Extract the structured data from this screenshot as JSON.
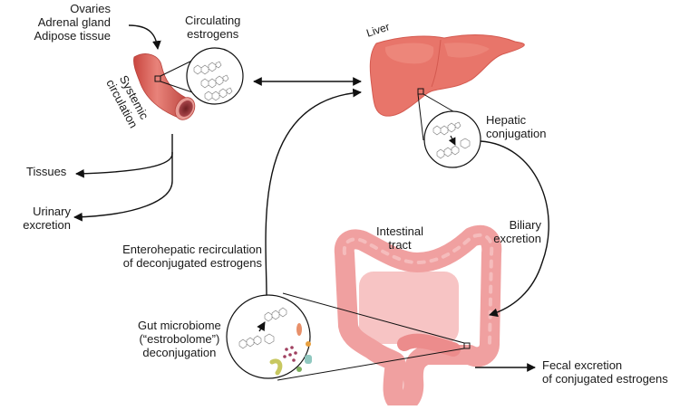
{
  "title": "Estrogen metabolism and the estrobolome",
  "colors": {
    "vessel": "#d9625a",
    "vessel_dark": "#9e3a3a",
    "liver": "#e8756a",
    "liver_light": "#f0978c",
    "intestine": "#f0a0a0",
    "intestine_light": "#f7c4c4",
    "arrow": "#111111"
  },
  "labels": {
    "sources": [
      "Ovaries",
      "Adrenal gland",
      "Adipose tissue"
    ],
    "systemic_circulation": [
      "Systemic",
      "circulation"
    ],
    "circulating_estrogens": [
      "Circulating",
      "estrogens"
    ],
    "liver": "Liver",
    "hepatic_conjugation": [
      "Hepatic",
      "conjugation"
    ],
    "tissues": "Tissues",
    "urinary_excretion": [
      "Urinary",
      "excretion"
    ],
    "biliary_excretion": [
      "Biliary",
      "excretion"
    ],
    "enterohepatic": [
      "Enterohepatic recirculation",
      "of deconjugated estrogens"
    ],
    "intestinal_tract": [
      "Intestinal",
      "tract"
    ],
    "gut_microbiome": [
      "Gut microbiome",
      "(“estrobolome”)",
      "deconjugation"
    ],
    "fecal_excretion": [
      "Fecal excretion",
      "of conjugated estrogens"
    ]
  }
}
